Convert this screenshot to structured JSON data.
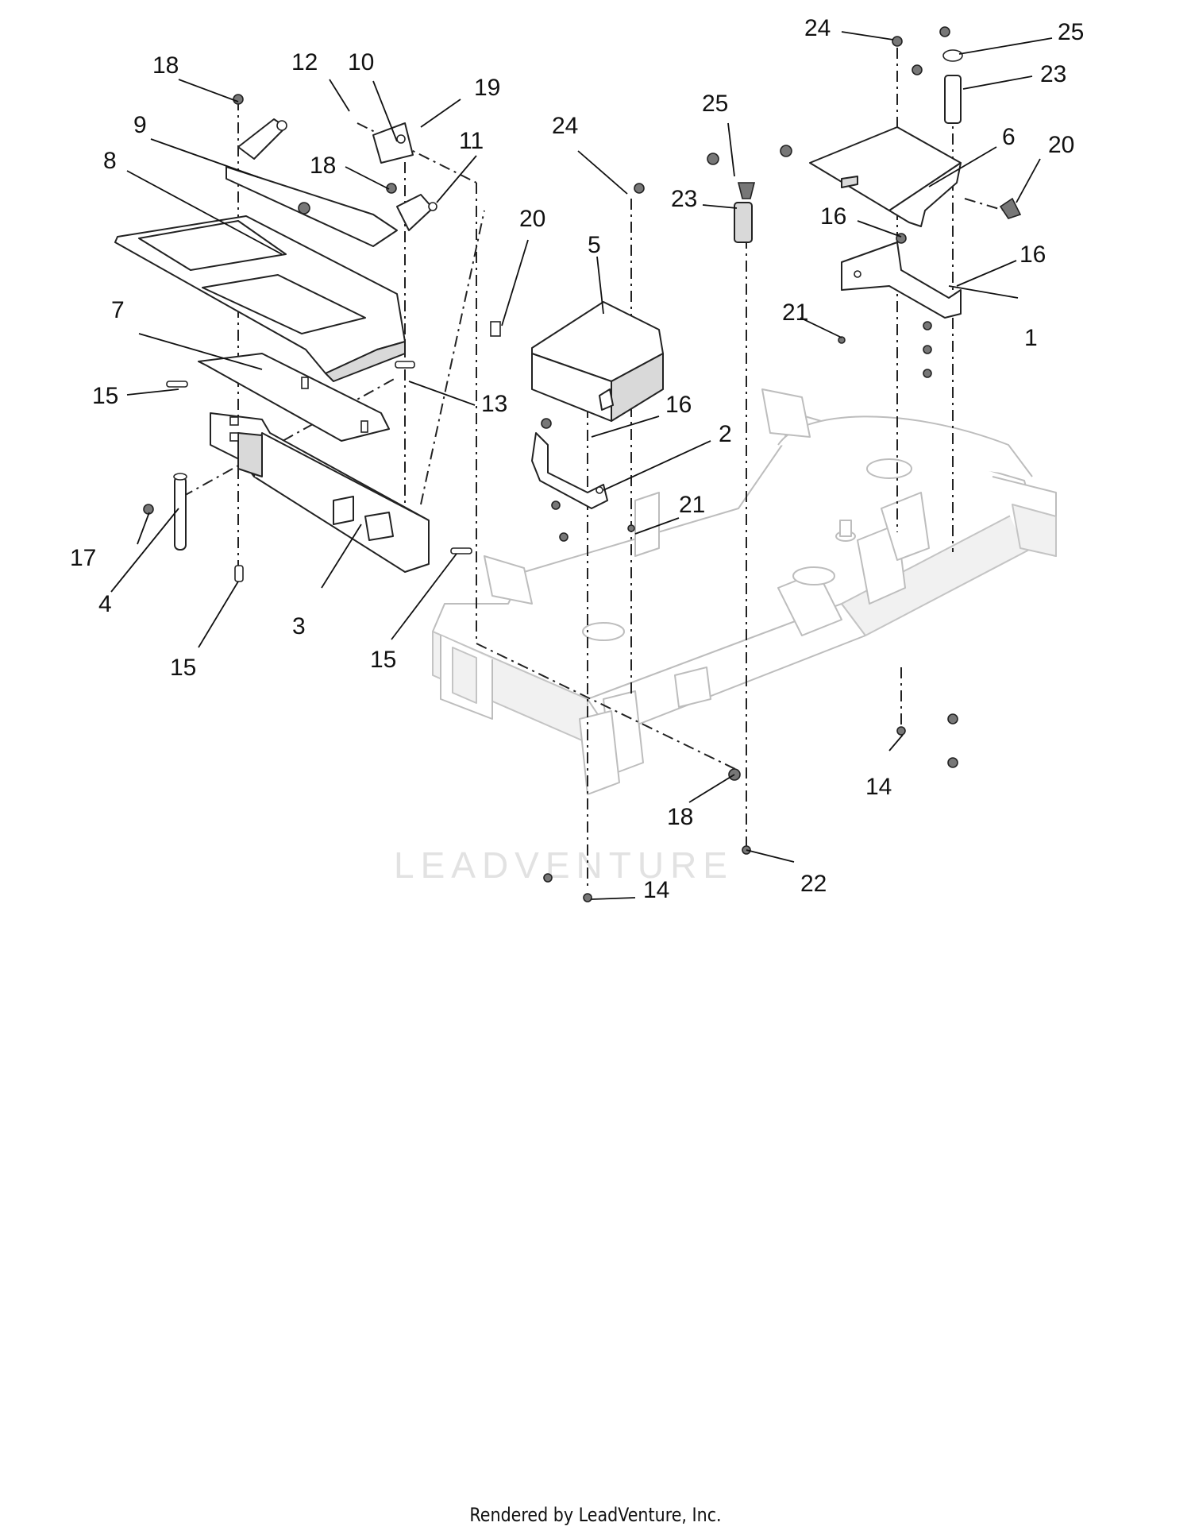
{
  "watermark": "LEADVENTURE",
  "footer": {
    "credit": "Rendered by LeadVenture, Inc."
  },
  "callouts": {
    "c1": "1",
    "c2": "2",
    "c3": "3",
    "c4": "4",
    "c5": "5",
    "c6": "6",
    "c7": "7",
    "c8": "8",
    "c9": "9",
    "c10": "10",
    "c11": "11",
    "c12": "12",
    "c13": "13",
    "c14a": "14",
    "c14b": "14",
    "c15a": "15",
    "c15b": "15",
    "c15c": "15",
    "c16a": "16",
    "c16b": "16",
    "c16c": "16",
    "c17": "17",
    "c18a": "18",
    "c18b": "18",
    "c18c": "18",
    "c19": "19",
    "c20a": "20",
    "c20b": "20",
    "c21a": "21",
    "c21b": "21",
    "c22": "22",
    "c23a": "23",
    "c23b": "23",
    "c24a": "24",
    "c24b": "24",
    "c25a": "25",
    "c25b": "25"
  }
}
